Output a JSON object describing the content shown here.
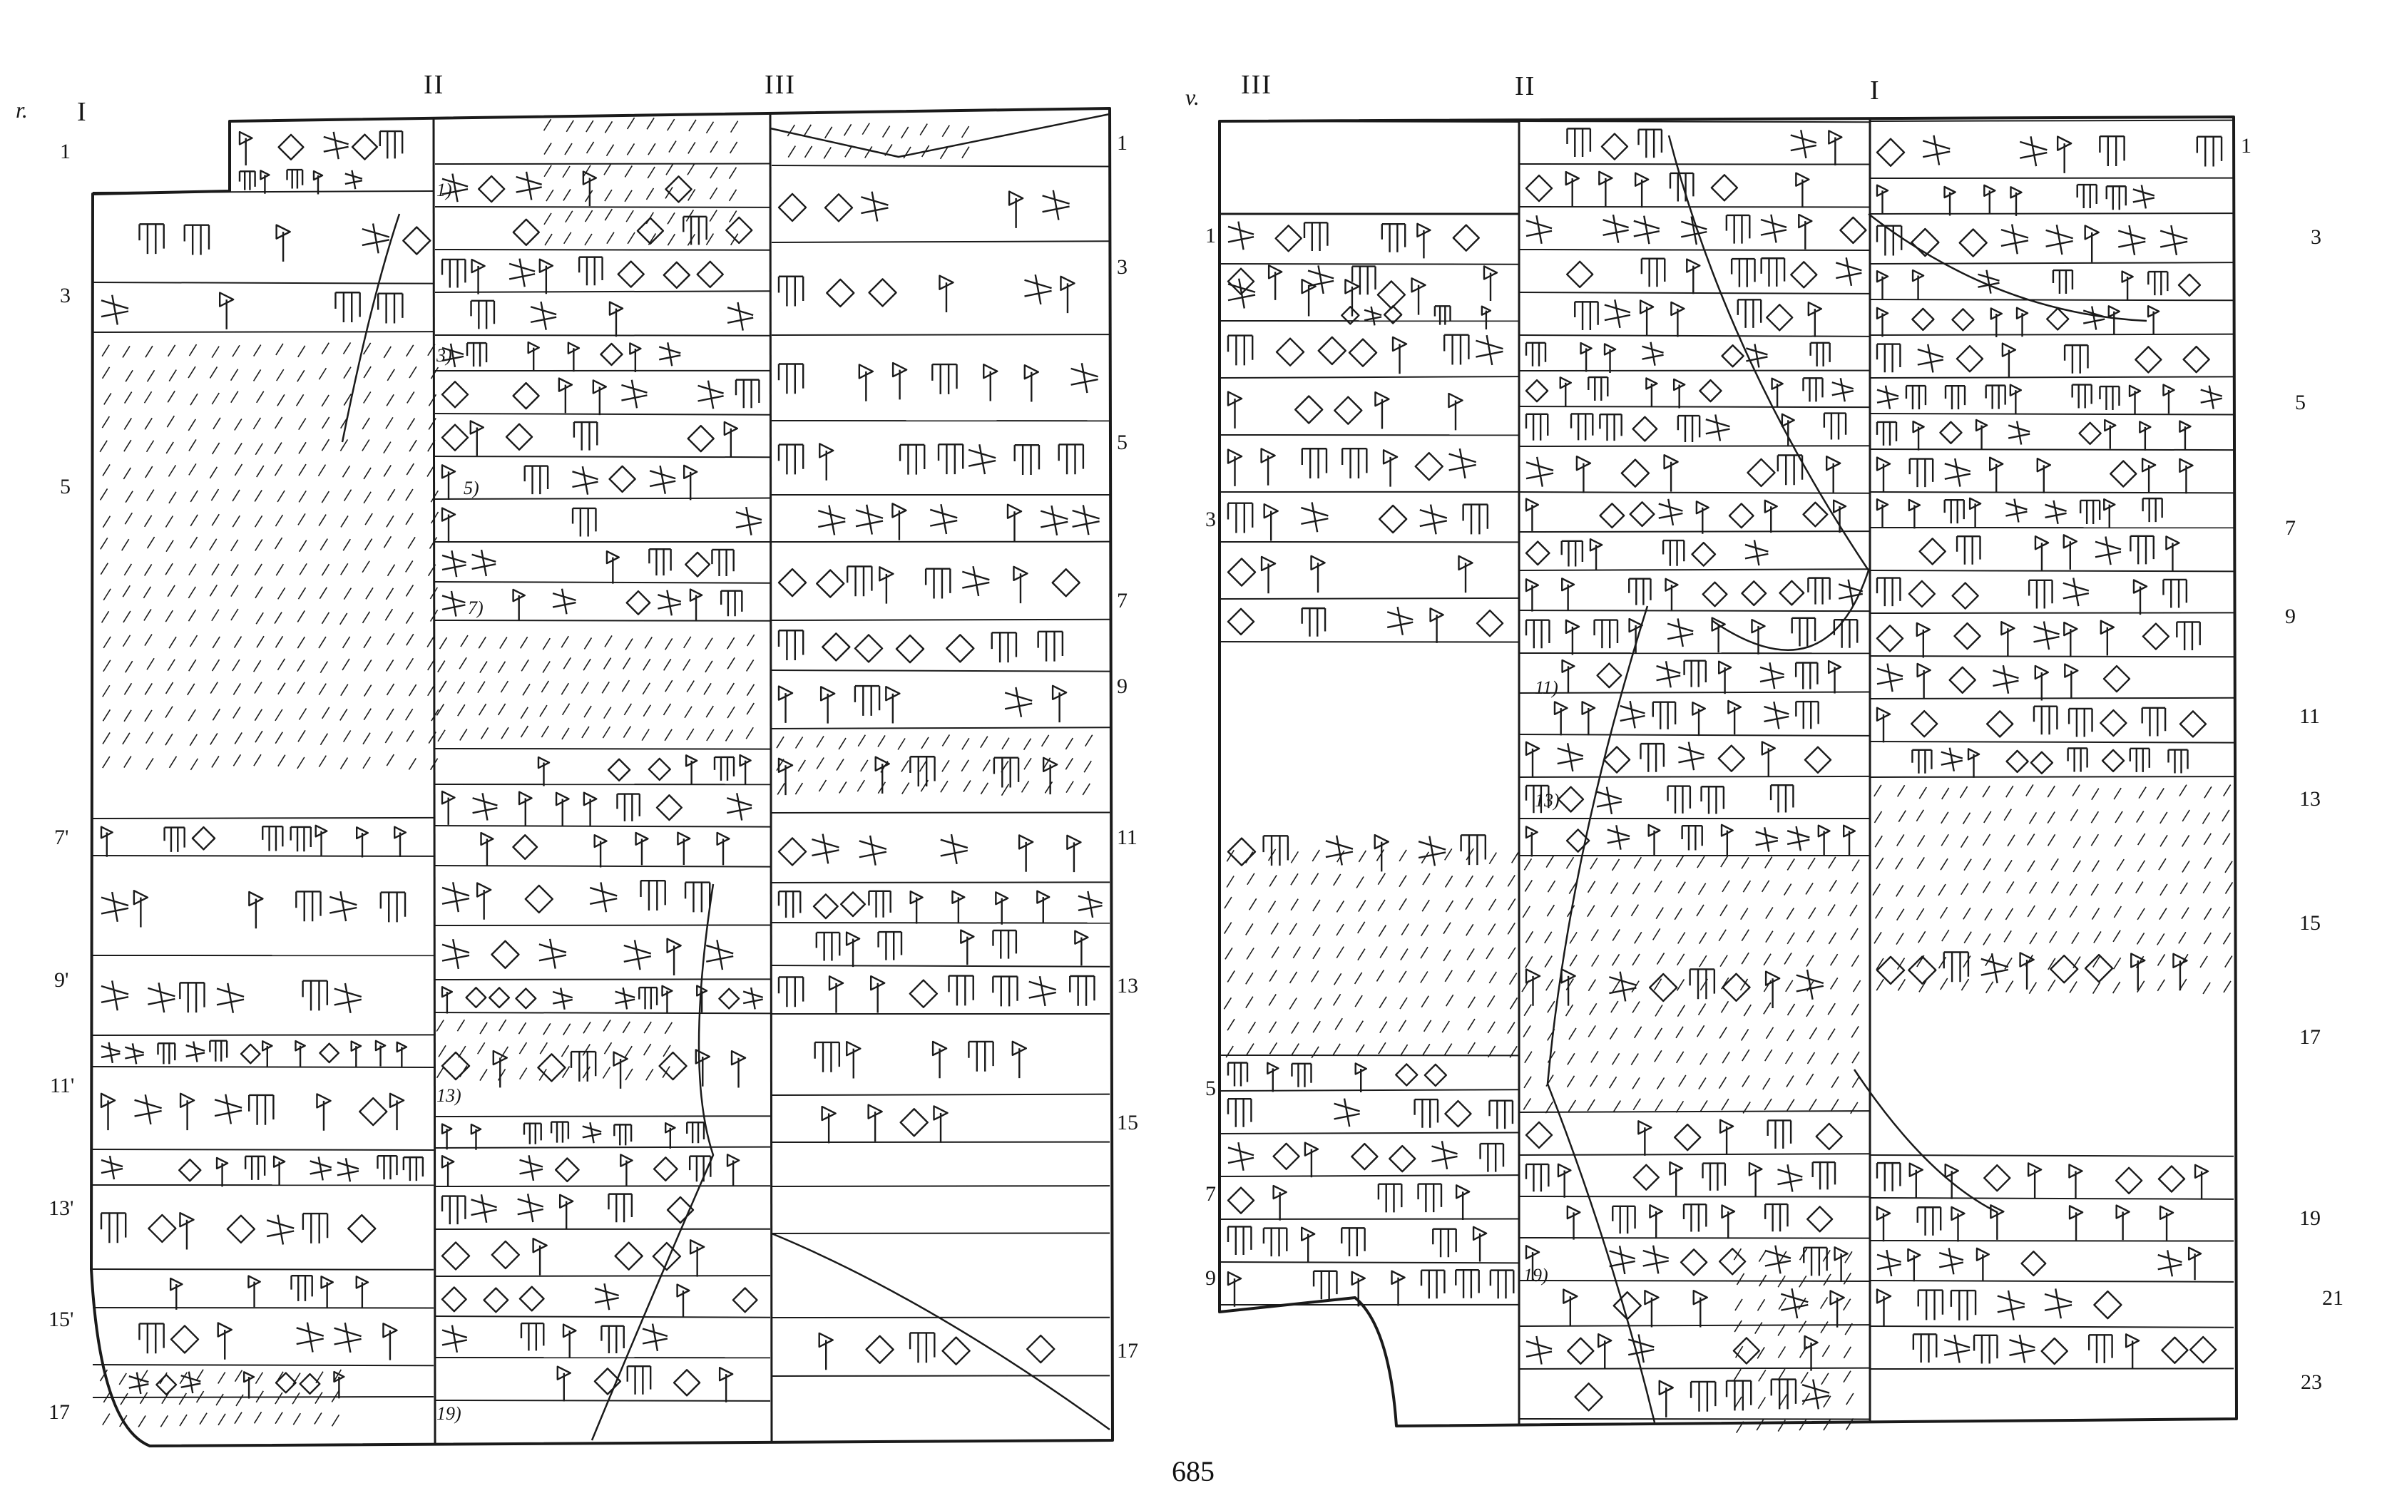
{
  "page_number": "685",
  "obverse": {
    "side_label": "r.",
    "column_headings": [
      "I",
      "II",
      "III"
    ],
    "col_I_line_numbers": [
      "1",
      "3",
      "5",
      "7'",
      "9'",
      "11'",
      "13'",
      "15'",
      "17"
    ],
    "col_III_line_numbers": [
      "1",
      "3",
      "5",
      "7",
      "9",
      "11",
      "13",
      "15",
      "17"
    ],
    "col_II_notes": [
      "1)",
      "3)",
      "5)",
      "7)",
      "13)",
      "19)"
    ]
  },
  "reverse": {
    "side_label": "v.",
    "column_headings": [
      "III",
      "II",
      "I"
    ],
    "col_III_line_numbers": [
      "1",
      "3",
      "5",
      "7",
      "9"
    ],
    "col_I_line_numbers": [
      "1",
      "3",
      "5",
      "7",
      "9",
      "11",
      "13",
      "15",
      "17",
      "19",
      "21",
      "23"
    ],
    "col_II_notes": [
      "11)",
      "13)",
      "19)"
    ]
  }
}
